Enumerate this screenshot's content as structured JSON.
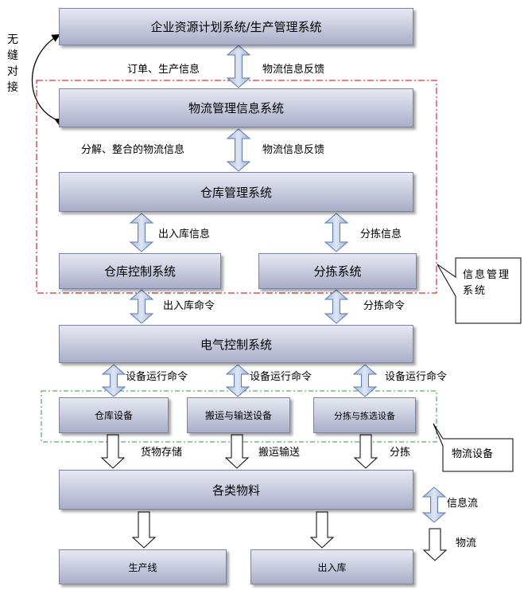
{
  "boxes": {
    "erp": "企业资源计划系统/生产管理系统",
    "lmis": "物流管理信息系统",
    "wms": "仓库管理系统",
    "warehouse_ctrl": "仓库控制系统",
    "sorting_sys": "分拣系统",
    "electric_ctrl": "电气控制系统",
    "warehouse_equip": "仓库设备",
    "conveying_equip": "搬运与输送设备",
    "sorting_equip": "分拣与拣选设备",
    "materials": "各类物料",
    "production_line": "生产线",
    "in_out": "出入库"
  },
  "labels": {
    "seamless": "无缝对接",
    "order_info": "订单、生产信息",
    "feedback_1": "物流信息反馈",
    "decompose": "分解、整合的物流信息",
    "feedback_2": "物流信息反馈",
    "inout_info": "出入库信息",
    "sort_info": "分拣信息",
    "inout_cmd": "出入库命令",
    "sort_cmd": "分拣命令",
    "equip_cmd_1": "设备运行命令",
    "equip_cmd_2": "设备运行命令",
    "equip_cmd_3": "设备运行命令",
    "storage": "货物存储",
    "conveying": "搬运输送",
    "sorting": "分拣"
  },
  "callouts": {
    "info_mgmt": "信息管理系统",
    "logistics_equip": "物流设备"
  },
  "legend": {
    "info_flow": "信息流",
    "material_flow": "物流"
  },
  "colors": {
    "arrow_fill": "#b8c7e0",
    "arrow_stroke": "#5a7bb5",
    "info_border": "#cc0000",
    "equip_border": "#2e9a3e"
  },
  "icons": [
    "double-arrow-icon",
    "hollow-down-arrow-icon",
    "curved-arrow-icon"
  ]
}
